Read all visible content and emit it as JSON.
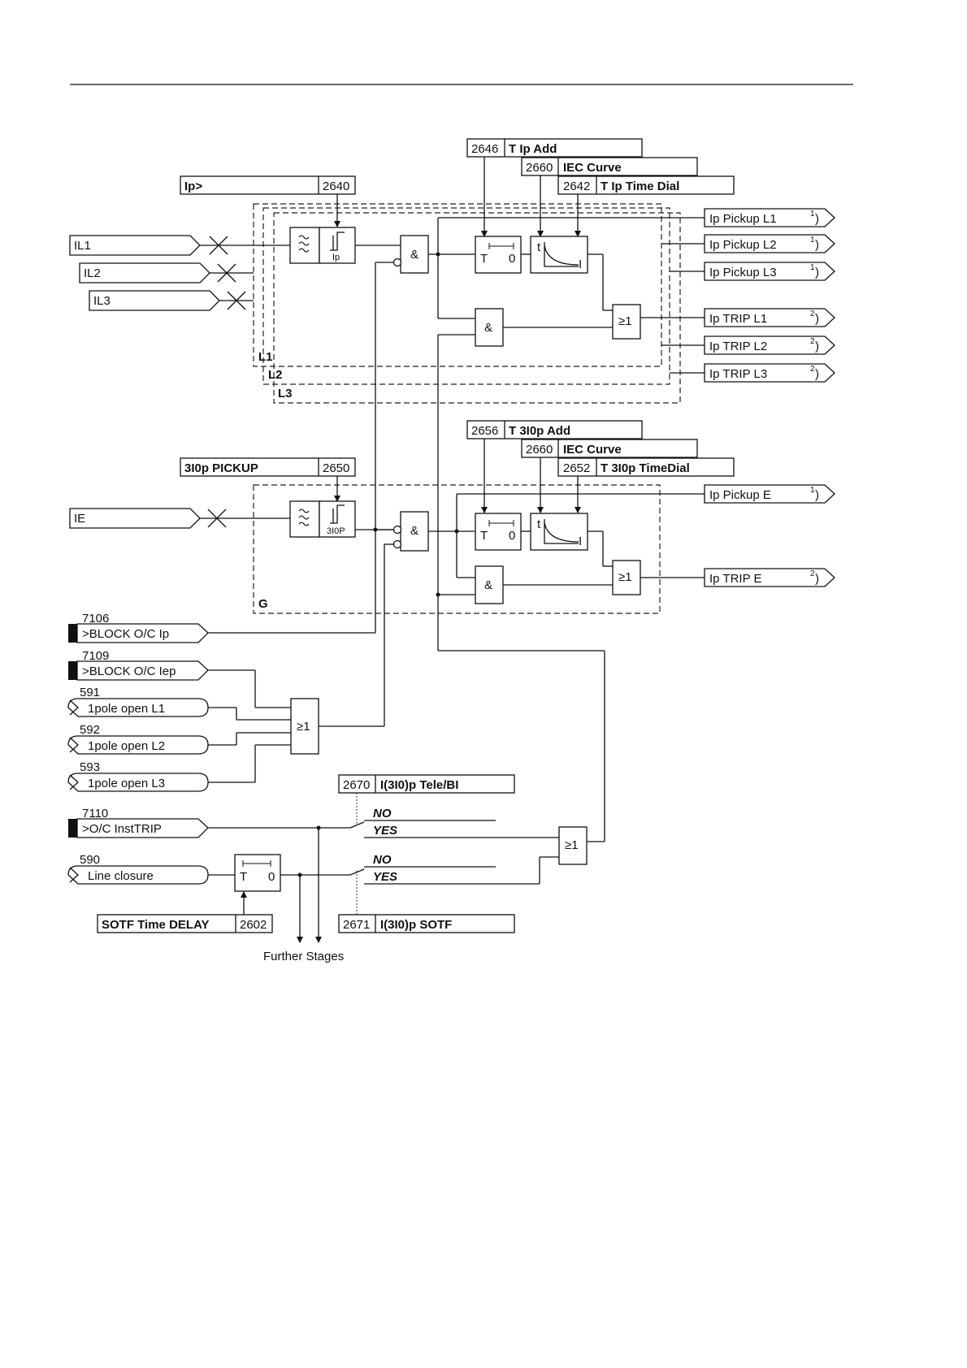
{
  "params": {
    "p2646": {
      "num": "2646",
      "label": "T Ip Add"
    },
    "p2660a": {
      "num": "2660",
      "label": "IEC Curve"
    },
    "p2642": {
      "num": "2642",
      "label": "T Ip Time Dial"
    },
    "p2640": {
      "num": "2640",
      "label": "Ip>"
    },
    "p2656": {
      "num": "2656",
      "label": "T 3I0p Add"
    },
    "p2660b": {
      "num": "2660",
      "label": "IEC Curve"
    },
    "p2652": {
      "num": "2652",
      "label": "T 3I0p TimeDial"
    },
    "p2650": {
      "num": "2650",
      "label": "3I0p PICKUP"
    },
    "p2670": {
      "num": "2670",
      "label": "I(3I0)p Tele/BI"
    },
    "p2671": {
      "num": "2671",
      "label": "I(3I0)p SOTF"
    },
    "p2602": {
      "num": "2602",
      "label": "SOTF Time DELAY"
    }
  },
  "inputs": {
    "il1": "IL1",
    "il2": "IL2",
    "il3": "IL3",
    "ie": "IE"
  },
  "binary_inputs": [
    {
      "num": "7106",
      "label": ">BLOCK O/C Ip"
    },
    {
      "num": "7109",
      "label": ">BLOCK O/C Iep"
    },
    {
      "num": "591",
      "label": "1pole open L1"
    },
    {
      "num": "592",
      "label": "1pole open L2"
    },
    {
      "num": "593",
      "label": "1pole open L3"
    },
    {
      "num": "7110",
      "label": ">O/C InstTRIP"
    },
    {
      "num": "590",
      "label": "Line closure"
    }
  ],
  "outputs": [
    {
      "label": "Ip Pickup L1",
      "note": "1"
    },
    {
      "label": "Ip Pickup L2",
      "note": "1"
    },
    {
      "label": "Ip Pickup L3",
      "note": "1"
    },
    {
      "label": "Ip TRIP L1",
      "note": "2"
    },
    {
      "label": "Ip TRIP L2",
      "note": "2"
    },
    {
      "label": "Ip TRIP L3",
      "note": "2"
    },
    {
      "label": "Ip Pickup E",
      "note": "1"
    },
    {
      "label": "Ip TRIP E",
      "note": "2"
    }
  ],
  "phase_labels": {
    "l1": "L1",
    "l2": "L2",
    "l3": "L3",
    "g": "G"
  },
  "gates": {
    "and": "&",
    "or": "≥1"
  },
  "timer": {
    "t": "T",
    "zero": "0"
  },
  "curve": {
    "t": "t",
    "i": "I"
  },
  "threshold": {
    "ip": "Ip",
    "i3": "3I0P"
  },
  "note_close": ")",
  "switch": {
    "no": "NO",
    "yes": "YES"
  },
  "further_stages": "Further Stages"
}
